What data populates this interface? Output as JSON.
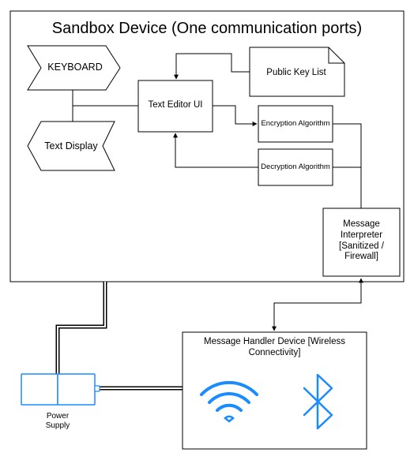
{
  "diagram": {
    "sandbox_title": "Sandbox Device (One communication ports)",
    "keyboard_label": "KEYBOARD",
    "text_display_label": "Text Display",
    "text_editor_label": "Text Editor UI",
    "public_key_label": "Public Key List",
    "encryption_label": "Encryption Algorithm",
    "decryption_label": "Decryption Algorithm",
    "message_interpreter_label": "Message Interpreter [Sanitized / Firewall]",
    "message_handler_label": "Message Handler Device [Wireless Connectivity]",
    "power_supply_label": "Power Supply",
    "colors": {
      "stroke": "#000000",
      "wireless_blue": "#1a8cff",
      "power_blue": "#1a8cff",
      "background": "#ffffff"
    },
    "icons": [
      "wifi-icon",
      "bluetooth-icon",
      "power-supply-icon"
    ]
  }
}
